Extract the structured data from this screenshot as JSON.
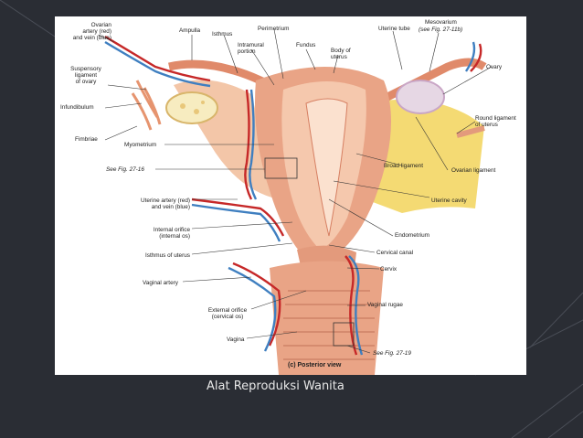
{
  "slide": {
    "caption": "Alat Reproduksi Wanita"
  },
  "figure": {
    "view_title": "(c) Posterior view",
    "labels": {
      "ovarian_artery": "Ovarian\nartery (red)\nand vein (blue)",
      "ampulla": "Ampulla",
      "isthmus": "Isthmus",
      "perimetrium": "Perimetrium",
      "intramural": "Intramural\nportion",
      "fundus": "Fundus",
      "body_of_uterus": "Body of\nuterus",
      "uterine_tube": "Uterine tube",
      "mesovarium": "Mesovarium",
      "mesovarium_ref": "(see Fig. 27-11b)",
      "ovary": "Ovary",
      "suspensory": "Suspensory\nligament\nof ovary",
      "infundibulum": "Infundibulum",
      "round_ligament": "Round ligament\nof uterus",
      "fimbriae": "Fimbriae",
      "myometrium": "Myometrium",
      "broad_ligament": "Broad ligament",
      "ovarian_ligament": "Ovarian ligament",
      "see_fig_16": "See Fig. 27-16",
      "uterine_cavity": "Uterine cavity",
      "uterine_artery": "Uterine artery (red)\nand vein (blue)",
      "endometrium": "Endometrium",
      "internal_orifice": "Internal orifice\n(internal os)",
      "isthmus_of_uterus": "Isthmus of uterus",
      "cervical_canal": "Cervical canal",
      "cervix": "Cervix",
      "vaginal_artery": "Vaginal artery",
      "vaginal_rugae": "Vaginal rugae",
      "external_orifice": "External orifice\n(cervical os)",
      "vagina": "Vagina",
      "see_fig_19": "See Fig. 27-19"
    }
  },
  "colors": {
    "background": "#2a2d34",
    "tissue": "#e9a486",
    "tissue_light": "#f5c8ad",
    "artery": "#c62828",
    "vein": "#3f7fc0",
    "ligament": "#f2d35a"
  }
}
